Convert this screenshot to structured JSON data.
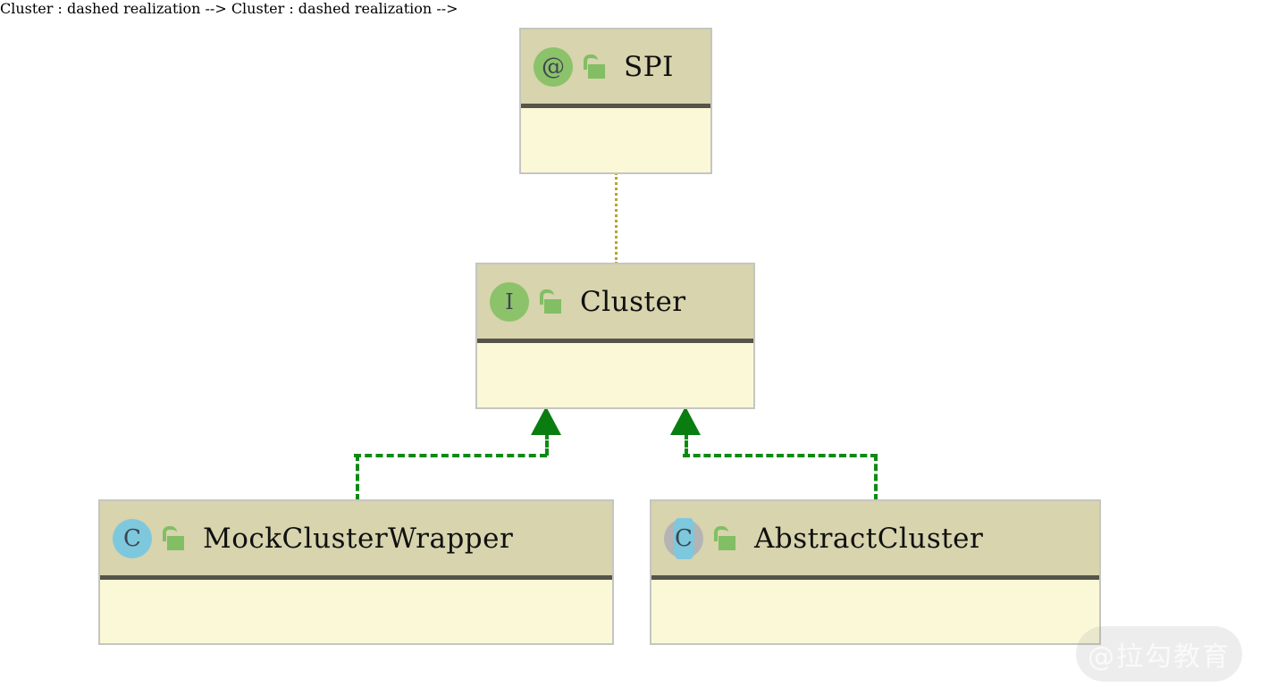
{
  "diagram": {
    "type": "uml-class-diagram",
    "background_color": "#ffffff",
    "palette": {
      "header_fill": "#d7d4ae",
      "body_fill": "#fbf8d8",
      "node_border": "#c5c5c0",
      "header_divider": "#545449",
      "interface_badge": "#8cc26a",
      "class_badge": "#7ec8dd",
      "abstract_ring": "#b4b4b4",
      "lock_green": "#82be64",
      "realization_line": "#0e8a14",
      "arrowhead": "#0a7d10",
      "annotation_line": "#b9a52a",
      "title_text": "#101010"
    },
    "nodes": [
      {
        "id": "spi",
        "name": "SPI",
        "stereotype": "annotation",
        "badge_glyph": "@",
        "badge_kind": "annotation",
        "visibility": "public",
        "lock_icon": "unlocked-padlock-icon"
      },
      {
        "id": "cluster",
        "name": "Cluster",
        "stereotype": "interface",
        "badge_glyph": "I",
        "badge_kind": "interface",
        "visibility": "public",
        "lock_icon": "unlocked-padlock-icon"
      },
      {
        "id": "mock-cluster-wrapper",
        "name": "MockClusterWrapper",
        "stereotype": "class",
        "badge_glyph": "C",
        "badge_kind": "class",
        "visibility": "public",
        "lock_icon": "unlocked-padlock-icon"
      },
      {
        "id": "abstract-cluster",
        "name": "AbstractCluster",
        "stereotype": "abstract class",
        "badge_glyph": "C",
        "badge_kind": "abstract-class",
        "visibility": "public",
        "lock_icon": "unlocked-padlock-icon"
      }
    ],
    "edges": [
      {
        "id": "spi-cluster",
        "from": "cluster",
        "to": "spi",
        "kind": "annotation-link",
        "style": "dotted",
        "color": "#b9a52a",
        "arrowhead": "none"
      },
      {
        "id": "mock-implements-cluster",
        "from": "mock-cluster-wrapper",
        "to": "cluster",
        "kind": "realization",
        "style": "dashed",
        "color": "#0e8a14",
        "arrowhead": "hollow-triangle-filled"
      },
      {
        "id": "abstract-implements-cluster",
        "from": "abstract-cluster",
        "to": "cluster",
        "kind": "realization",
        "style": "dashed",
        "color": "#0e8a14",
        "arrowhead": "hollow-triangle-filled"
      }
    ]
  },
  "watermark": {
    "text": "@拉勾教育"
  }
}
